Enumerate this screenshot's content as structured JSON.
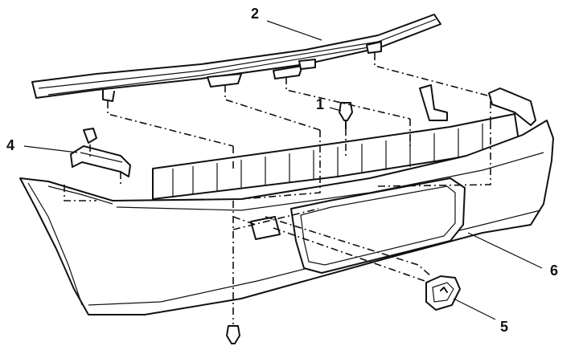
{
  "diagram": {
    "callouts": [
      {
        "id": "c1",
        "label": "1"
      },
      {
        "id": "c2",
        "label": "2"
      },
      {
        "id": "c4",
        "label": "4"
      },
      {
        "id": "c5",
        "label": "5"
      },
      {
        "id": "c6",
        "label": "6"
      }
    ],
    "colors": {
      "ink": "#111111",
      "paper": "#ffffff"
    }
  }
}
